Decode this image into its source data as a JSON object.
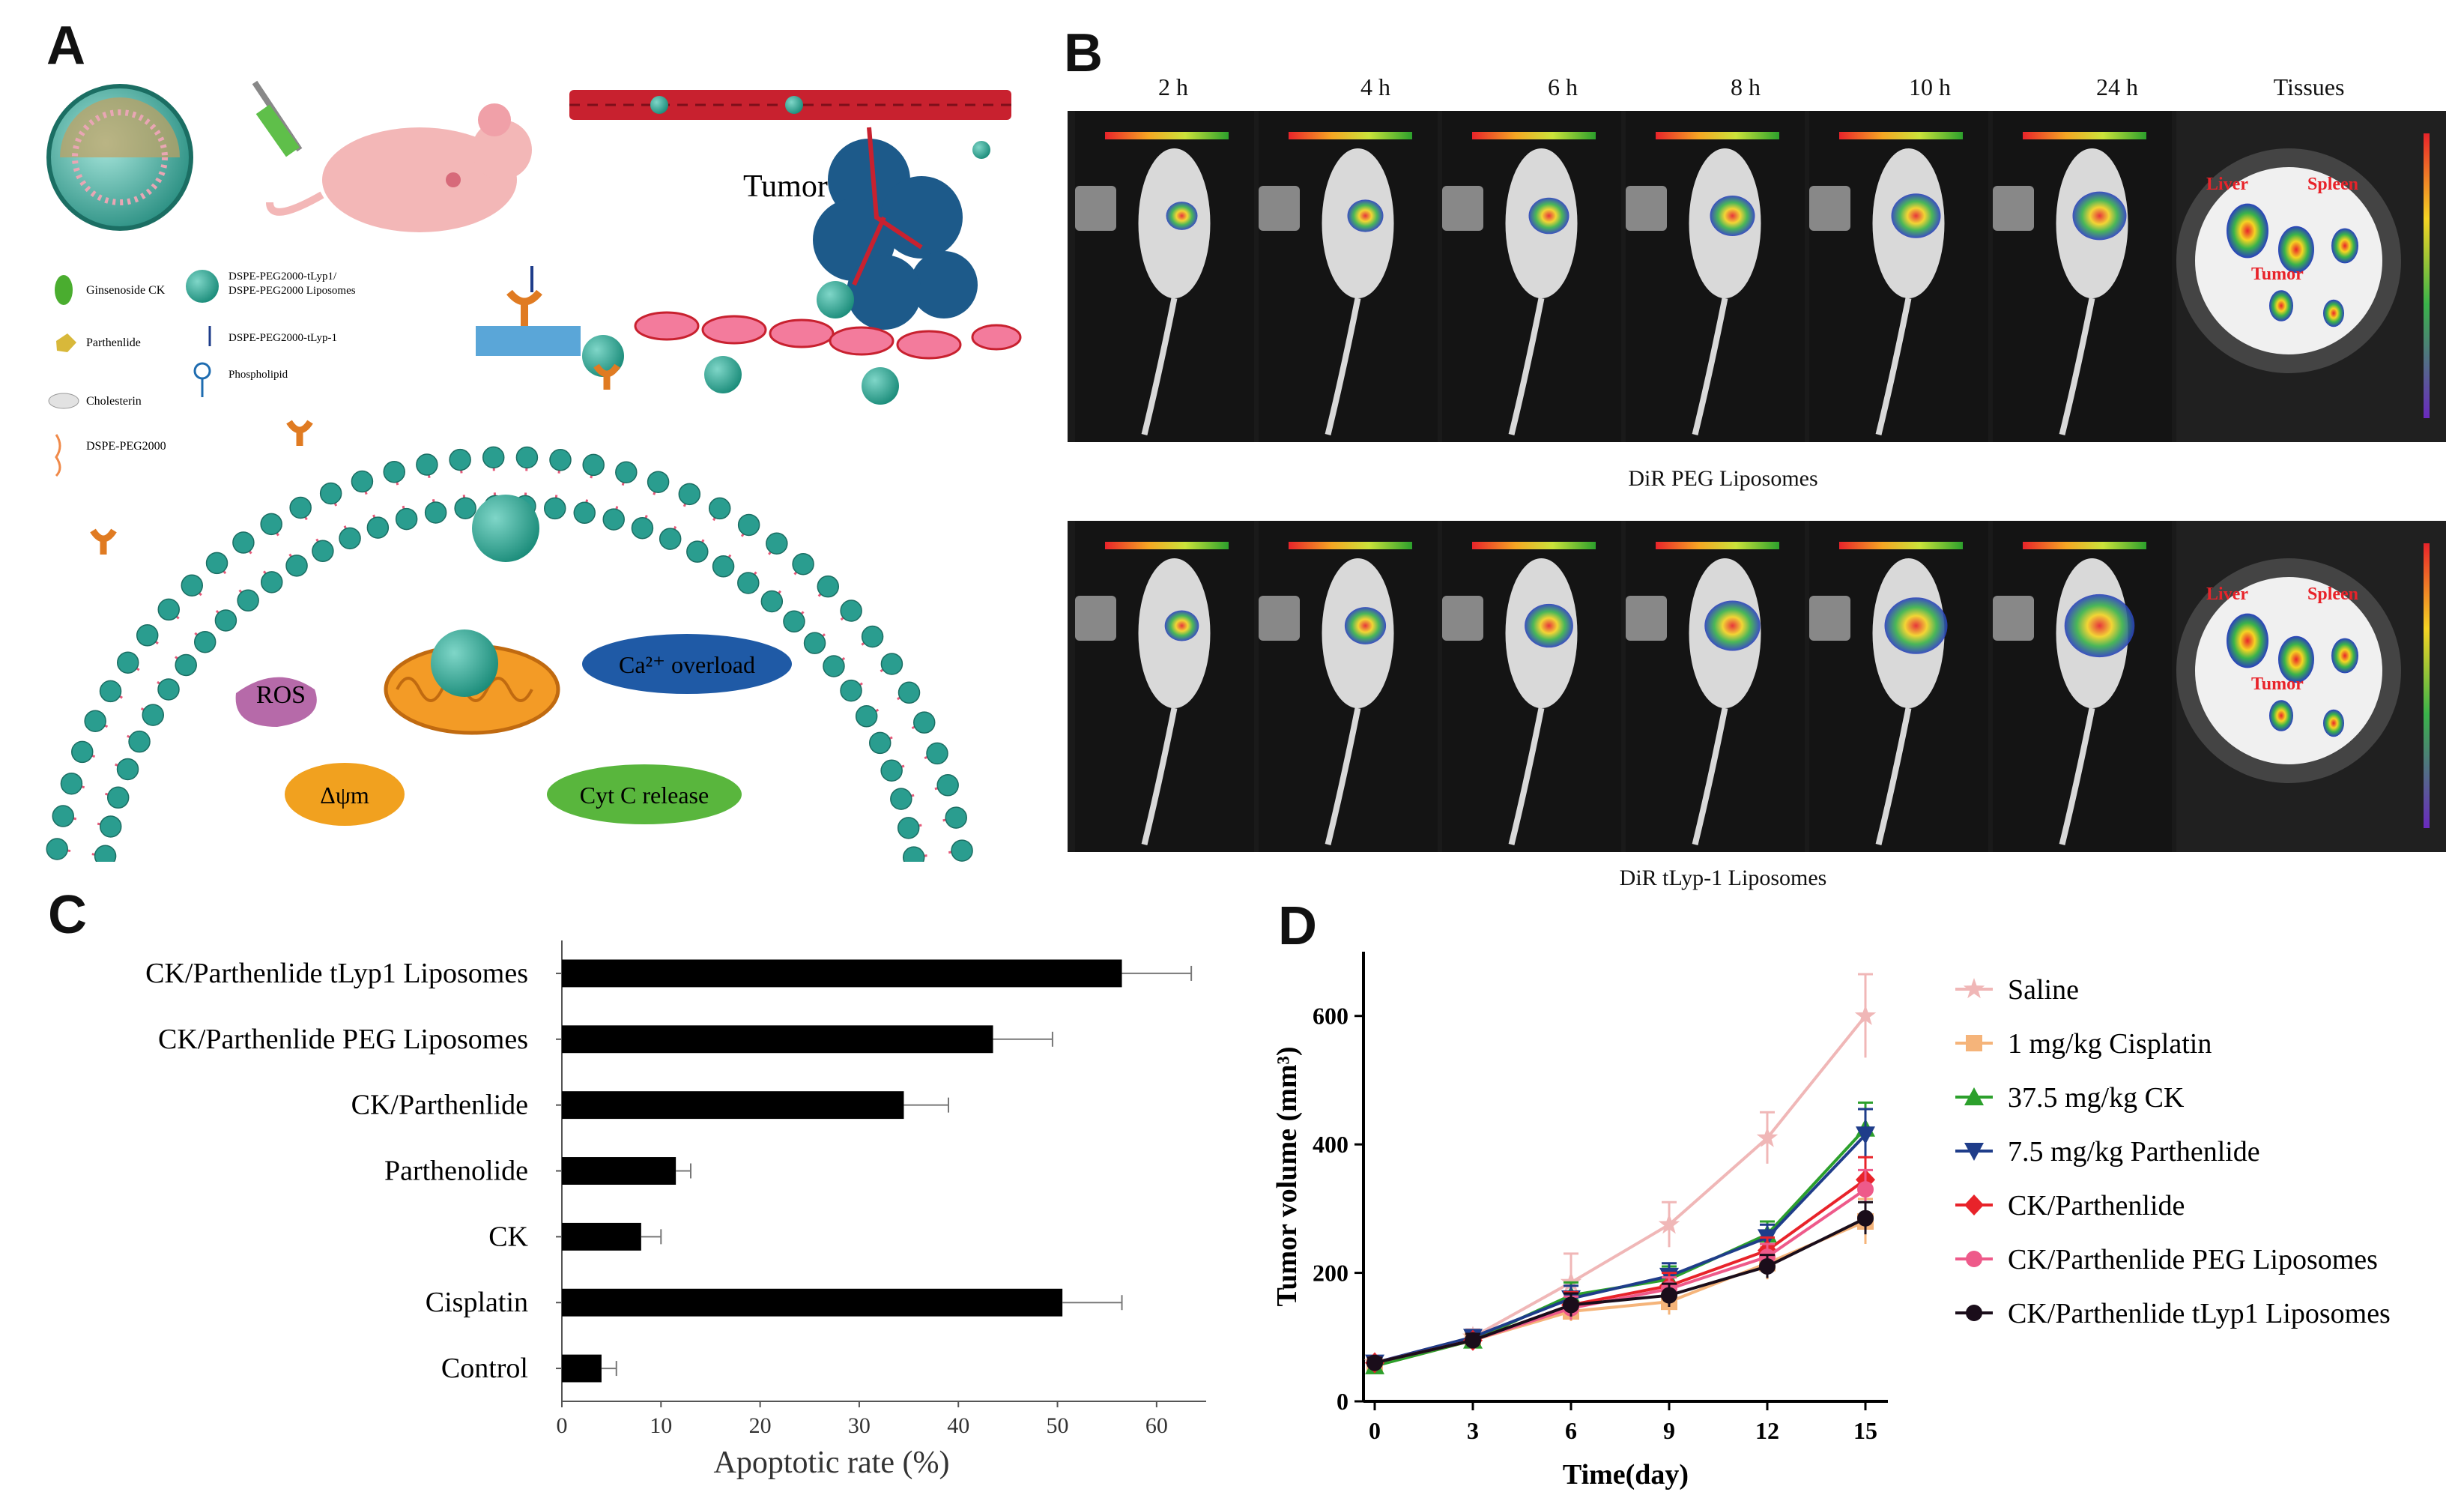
{
  "panels": {
    "a": "A",
    "b": "B",
    "c": "C",
    "d": "D"
  },
  "panel_a": {
    "tumor_label": "Tumor",
    "legend": {
      "ginsenoside": "Ginsenoside CK",
      "liposomes": "DSPE-PEG2000-tLyp1/\nDSPE-PEG2000 Liposomes",
      "parthenlide": "Parthenlide",
      "peptide": "DSPE-PEG2000-tLyp-1",
      "cholesterin": "Cholesterin",
      "phospholipid": "Phospholipid",
      "dspe": "DSPE-PEG2000"
    },
    "ros": "ROS",
    "ca_overload": "Ca²⁺ overload",
    "delta_psi": "Δψm",
    "cytc": "Cyt C release"
  },
  "panel_b": {
    "time_labels": [
      "2 h",
      "4 h",
      "6 h",
      "8 h",
      "10 h",
      "24 h",
      "Tissues"
    ],
    "row1_caption": "DiR PEG  Liposomes",
    "row2_caption": "DiR tLyp-1 Liposomes",
    "organ_labels": {
      "liver": "Liver",
      "spleen": "Spleen",
      "tumor": "Tumor"
    },
    "colors": {
      "background": "#1a1a1a",
      "mouse": "#d9d9d9",
      "label_red": "#e8232a"
    }
  },
  "chart_data": [
    {
      "type": "bar",
      "orientation": "horizontal",
      "categories": [
        "CK/Parthenlide tLyp1 Liposomes",
        "CK/Parthenlide PEG  Liposomes",
        "CK/Parthenlide",
        "Parthenolide",
        "CK",
        "Cisplatin",
        "Control"
      ],
      "values": [
        56.5,
        43.5,
        34.5,
        11.5,
        8,
        50.5,
        4
      ],
      "errors": [
        7,
        6,
        4.5,
        1.5,
        2,
        6,
        1.5
      ],
      "xlabel": "Apoptotic rate (%)",
      "xlim": [
        0,
        65
      ],
      "xticks": [
        "0",
        "10",
        "20",
        "30",
        "40",
        "50",
        "60"
      ],
      "bar_color": "#000000"
    },
    {
      "type": "line",
      "x": [
        0,
        3,
        6,
        9,
        12,
        15
      ],
      "xticks": [
        "0",
        "3",
        "6",
        "9",
        "12",
        "15"
      ],
      "yticks": [
        "0",
        "200",
        "400",
        "600"
      ],
      "ylim": [
        0,
        700
      ],
      "xlabel": "Time(day)",
      "ylabel": "Tumor volume (mm³)",
      "series": [
        {
          "name": "Saline",
          "values": [
            60,
            100,
            185,
            275,
            410,
            600
          ],
          "errors": [
            10,
            12,
            45,
            35,
            40,
            65
          ],
          "color": "#f0b7b7",
          "marker": "star"
        },
        {
          "name": "1 mg/kg Cisplatin",
          "values": [
            55,
            95,
            140,
            155,
            215,
            280
          ],
          "errors": [
            8,
            10,
            15,
            20,
            25,
            35
          ],
          "color": "#f5b47a",
          "marker": "square"
        },
        {
          "name": "37.5 mg/kg CK",
          "values": [
            55,
            95,
            165,
            190,
            260,
            425
          ],
          "errors": [
            8,
            10,
            20,
            20,
            20,
            40
          ],
          "color": "#2ca02c",
          "marker": "triangle-up"
        },
        {
          "name": "7.5 mg/kg Parthenlide",
          "values": [
            60,
            100,
            160,
            195,
            255,
            415
          ],
          "errors": [
            8,
            10,
            20,
            20,
            20,
            40
          ],
          "color": "#1f3d8a",
          "marker": "triangle-down"
        },
        {
          "name": "CK/Parthenlide",
          "values": [
            60,
            95,
            150,
            180,
            235,
            345
          ],
          "errors": [
            8,
            10,
            20,
            20,
            20,
            35
          ],
          "color": "#e8232a",
          "marker": "diamond"
        },
        {
          "name": "CK/Parthenlide PEG Liposomes",
          "values": [
            60,
            95,
            145,
            175,
            225,
            330
          ],
          "errors": [
            8,
            10,
            18,
            18,
            20,
            30
          ],
          "color": "#ee5a8a",
          "marker": "circle"
        },
        {
          "name": "CK/Parthenlide tLyp1 Liposomes",
          "values": [
            60,
            95,
            150,
            165,
            210,
            285
          ],
          "errors": [
            8,
            10,
            18,
            18,
            18,
            25
          ],
          "color": "#1a0d1a",
          "marker": "circle"
        }
      ]
    }
  ]
}
